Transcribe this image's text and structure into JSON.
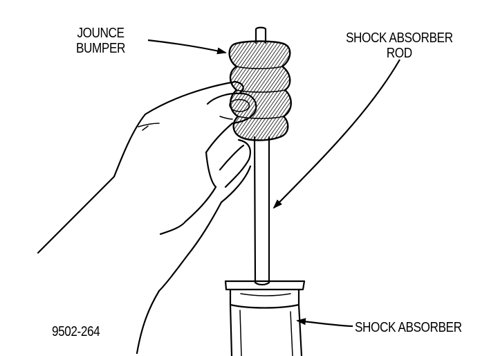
{
  "labels": {
    "jounce_line1": "JOUNCE",
    "jounce_line2": "BUMPER",
    "rod_line1": "SHOCK ABSORBER",
    "rod_line2": "ROD",
    "shock_absorber": "SHOCK ABSORBER",
    "figure_number": "9502-264"
  },
  "colors": {
    "ink": "#000000",
    "background": "#ffffff"
  }
}
